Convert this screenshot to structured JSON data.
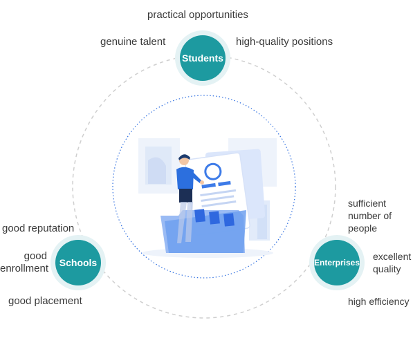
{
  "colors": {
    "node_fill": "#1d9aa0",
    "node_halo": "#e4f2f4",
    "outer_ring": "#cccccc",
    "inner_ring": "#2f6fe0",
    "text": "#3a3a3a"
  },
  "nodes": {
    "students": {
      "label": "Students",
      "attributes": [
        "practical opportunities",
        "genuine talent",
        "high-quality positions"
      ]
    },
    "schools": {
      "label": "Schools",
      "attributes": [
        "good reputation",
        "good enrollment",
        "good placement"
      ]
    },
    "enterprises": {
      "label": "Enterprises",
      "attributes": [
        "sufficient number of people",
        "excellent quality",
        "high efficiency"
      ]
    }
  },
  "illustration": {
    "icon": "person-with-document-folder-icon"
  }
}
